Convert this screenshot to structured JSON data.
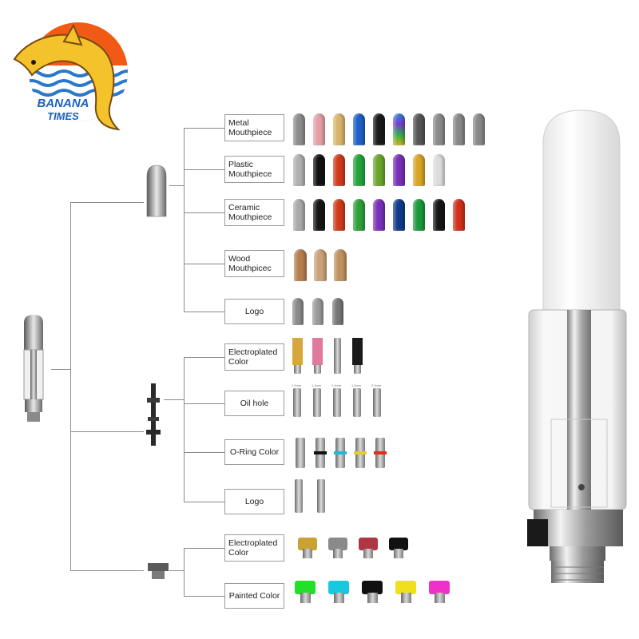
{
  "brand": {
    "name_line1": "BANANA",
    "name_line2": "TIMES",
    "colors": {
      "sun": "#f05a14",
      "dolphin": "#f4c22a",
      "waves": "#2a78c8",
      "text": "#1b62c0"
    }
  },
  "tree": {
    "root": "cartridge",
    "groups": [
      {
        "component": "mouthpiece",
        "options": [
          {
            "label": "Metal\nMouthpiece",
            "swatches": [
              "#8d8d8d",
              "#e5a0a5",
              "#d9b56a",
              "#1f5fc8",
              "#1a1a1a",
              "rainbow",
              "#555555",
              "#8a8a8a",
              "#888888",
              "#888888"
            ]
          },
          {
            "label": "Plastic\nMouthpiece",
            "swatches": [
              "#b0b0b0",
              "#111111",
              "#d03a1a",
              "#23a33a",
              "#6aa52a",
              "#7a2fb8",
              "#d9a526",
              "#dddddd"
            ]
          },
          {
            "label": "Ceramic\nMouthpiece",
            "swatches": [
              "#a9a9a9",
              "#151515",
              "#d03a1a",
              "#2ea03a",
              "#7a2fb8",
              "#123a8a",
              "#1b9a3a",
              "#151515",
              "#d0301a"
            ]
          },
          {
            "label": "Wood\nMouthpicec",
            "swatches": [
              "#b67d4e",
              "#c9a27a",
              "#c09060"
            ]
          },
          {
            "label": "Logo",
            "swatches": [
              "#8a8a8a",
              "#9a9a9a",
              "#777777"
            ]
          }
        ]
      },
      {
        "component": "center-post",
        "options": [
          {
            "label": "Electroplated\nColor",
            "swatches": [
              "#d6a73a",
              "#e07a9a",
              "#9a9a9a",
              "#1a1a1a"
            ]
          },
          {
            "label": "Oil hole",
            "swatches": [
              "#9a9a9a",
              "#9a9a9a",
              "#9a9a9a",
              "#9a9a9a",
              "#9a9a9a"
            ],
            "sizes": [
              "1.0mm",
              "1.2mm",
              "1.4mm",
              "1.6mm",
              "2.0mm"
            ]
          },
          {
            "label": "O-Ring Color",
            "swatches": [
              "#9a9a9a",
              "#111111",
              "#20b8d8",
              "#e6d020",
              "#e03020"
            ]
          },
          {
            "label": "Logo",
            "swatches": [
              "#9a9a9a",
              "#9a9a9a"
            ]
          }
        ]
      },
      {
        "component": "base",
        "options": [
          {
            "label": "Electroplated\nColor",
            "swatches": [
              "#c9a232",
              "#8a8a8a",
              "#b03545",
              "#111111"
            ]
          },
          {
            "label": "Painted Color",
            "swatches": [
              "#22e02a",
              "#18c8e0",
              "#111111",
              "#f0e01a",
              "#f030c8"
            ]
          }
        ]
      }
    ]
  }
}
